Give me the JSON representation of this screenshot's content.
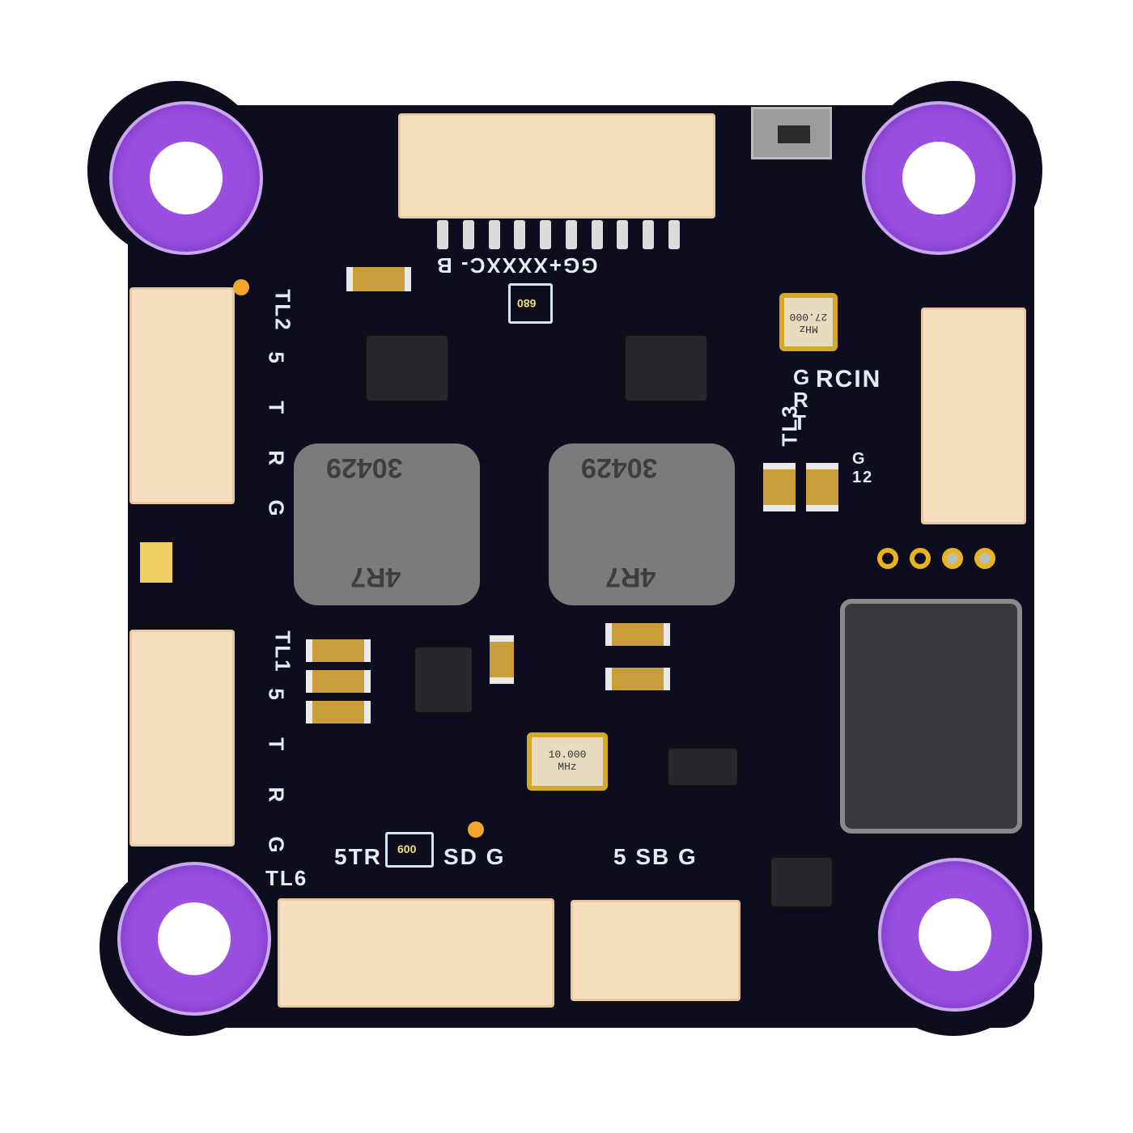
{
  "image": {
    "subject": "Flight controller PCB (top view)",
    "colors": {
      "pcb": "#0d0d1e",
      "mount_ring": "#9a4fe0",
      "connector": "#f5dfbe",
      "silkscreen": "#e8ecf2",
      "gold_pad": "#e8b520",
      "inductor": "#7b7b7b"
    }
  },
  "silkscreen": {
    "top_connector_labels": "GG+XXXXC- B",
    "tl2": {
      "name": "TL2",
      "pins": [
        "5",
        "T",
        "R",
        "G"
      ]
    },
    "tl1": {
      "name": "TL1",
      "pins": [
        "5",
        "T",
        "R",
        "G"
      ]
    },
    "tl3": {
      "name": "TL3",
      "pins": [
        "G",
        "R",
        "T"
      ]
    },
    "rcin": "RCIN",
    "g12": "G 12",
    "tl6": {
      "name": "TL6",
      "labels": [
        "5",
        "T",
        "R",
        "S",
        "D",
        "G"
      ],
      "text_left": "5TR",
      "text_right": "SD G"
    },
    "sbus": {
      "text": "5 SB G"
    }
  },
  "components": {
    "inductor_left": {
      "code_top": "30429",
      "code_bottom": "4R7"
    },
    "inductor_right": {
      "code_top": "30429",
      "code_bottom": "4R7"
    },
    "crystal_top": {
      "line1": "MHz",
      "line2": "27.000"
    },
    "crystal_bottom": {
      "line1": "10.000",
      "line2": "MHz"
    },
    "chip_code_top": "680",
    "chip_code_bottom": "600"
  },
  "mount_holes": [
    "top-left",
    "top-right",
    "bottom-left",
    "bottom-right"
  ],
  "gold_pads": 4
}
